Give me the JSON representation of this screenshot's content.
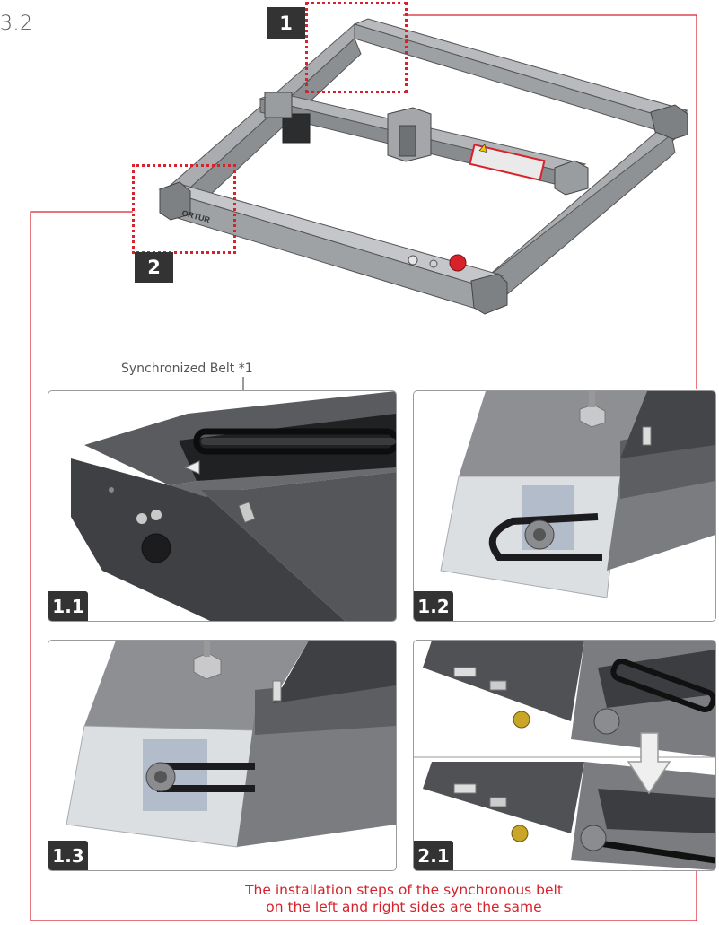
{
  "section": {
    "number": "3.2"
  },
  "overview": {
    "callout_1": "1",
    "callout_2": "2",
    "brand_mark": "ORTUR"
  },
  "belt_label": {
    "text": "Synchronized Belt  *1"
  },
  "panels": [
    {
      "id": "1.1",
      "label": "1.1"
    },
    {
      "id": "1.2",
      "label": "1.2"
    },
    {
      "id": "1.3",
      "label": "1.3"
    },
    {
      "id": "2.1",
      "label": "2.1"
    }
  ],
  "footer_note": {
    "line1": "The installation steps of the synchronous belt",
    "line2": "on the left and right sides are the same"
  },
  "colors": {
    "accent_red": "#d8222b",
    "badge_bg": "#333333",
    "frame_gray": "#a9abae",
    "dark_metal": "#4a4b4e"
  }
}
